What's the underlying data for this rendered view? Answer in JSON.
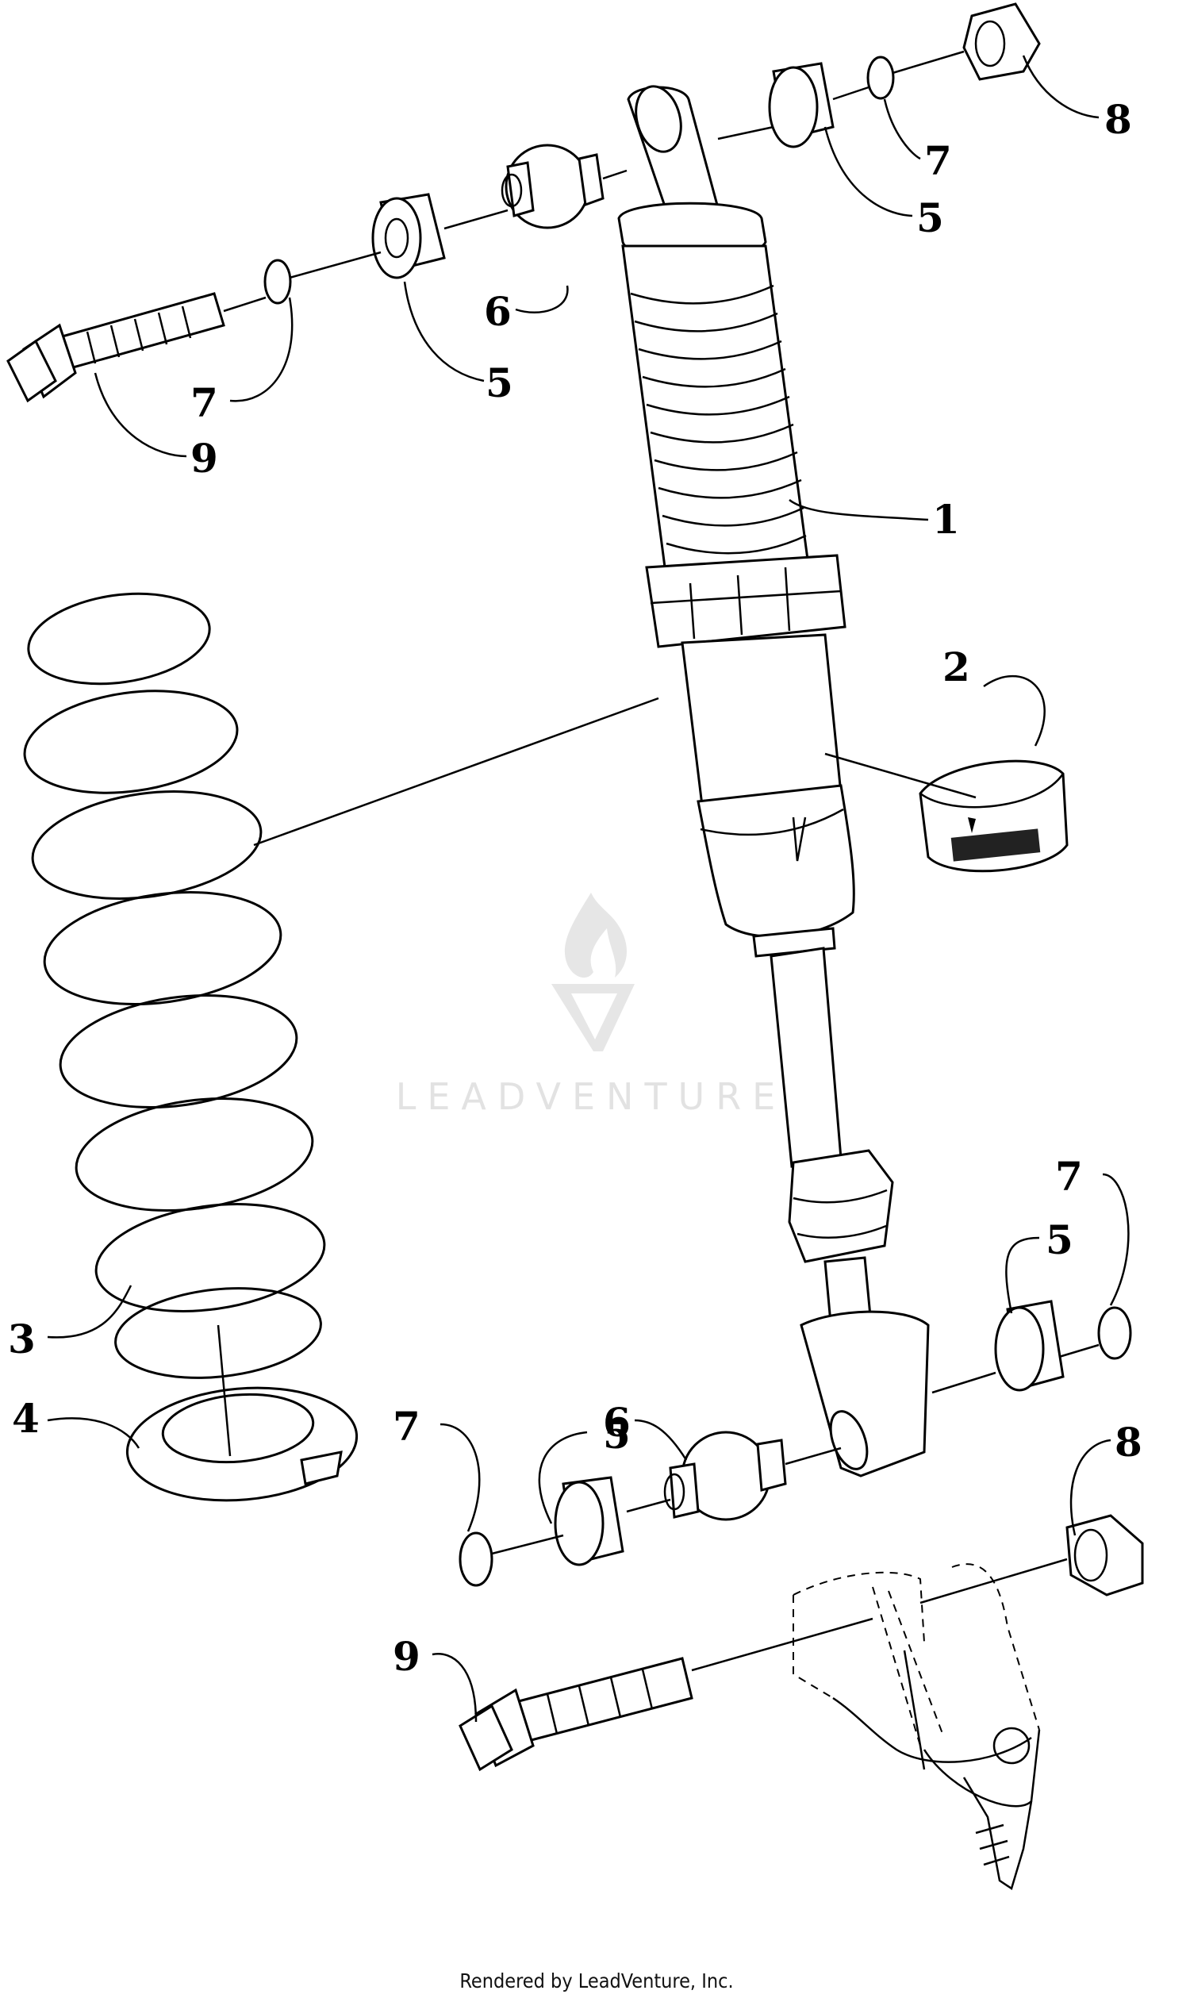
{
  "callouts": {
    "c1": "1",
    "c2": "2",
    "c3": "3",
    "c4": "4",
    "c5a": "5",
    "c5b": "5",
    "c5c": "5",
    "c5d": "5",
    "c6a": "6",
    "c6b": "6",
    "c7a": "7",
    "c7b": "7",
    "c7c": "7",
    "c7d": "7",
    "c8a": "8",
    "c8b": "8",
    "c9a": "9",
    "c9b": "9"
  },
  "watermark": {
    "text": "LEADVENTURE"
  },
  "footer": {
    "text": "Rendered by LeadVenture, Inc."
  },
  "icons": {
    "watermark_logo": "flame-v-logo-icon"
  },
  "colors": {
    "line": "#000000",
    "watermark": "#e2e2e2",
    "background": "#ffffff"
  }
}
